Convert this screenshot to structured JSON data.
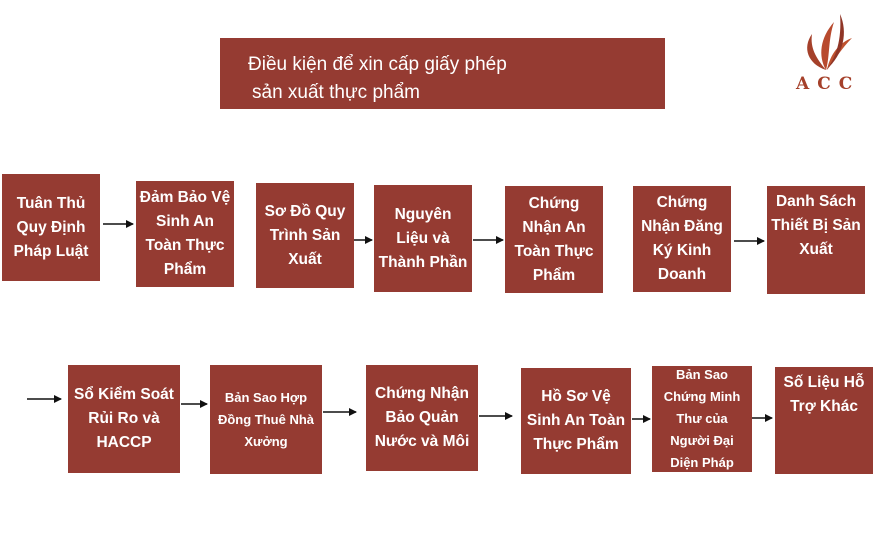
{
  "title": {
    "line1": "Điều kiện để xin cấp giấy phép",
    "line2": "sản xuất thực phẩm"
  },
  "logo": {
    "text": "ACC",
    "icon": "flame-leaves-icon",
    "color": "#a5402a"
  },
  "colors": {
    "box": "#953b32",
    "box_text": "#ffffff",
    "arrow": "#111111"
  },
  "row1": [
    {
      "label": "Tuân Thủ Quy Định Pháp Luật"
    },
    {
      "label": "Đảm Bảo Vệ Sinh An Toàn Thực Phẩm"
    },
    {
      "label": "Sơ Đồ Quy Trình Sản Xuất"
    },
    {
      "label": "Nguyên Liệu và Thành Phần"
    },
    {
      "label": "Chứng Nhận An Toàn Thực Phẩm"
    },
    {
      "label": "Chứng Nhận Đăng Ký Kinh Doanh"
    },
    {
      "label": "Danh Sách Thiết Bị Sản Xuất"
    }
  ],
  "row2": [
    {
      "label": "Sổ Kiểm Soát Rủi Ro và HACCP"
    },
    {
      "label": "Bản Sao Hợp Đồng Thuê Nhà Xưởng"
    },
    {
      "label": "Chứng Nhận Bảo Quản Nước và Môi"
    },
    {
      "label": "Hồ Sơ Vệ Sinh An Toàn Thực Phẩm"
    },
    {
      "label": "Bản Sao Chứng Minh Thư của Người Đại Diện Pháp"
    },
    {
      "label": "Số Liệu Hỗ Trợ Khác"
    }
  ]
}
